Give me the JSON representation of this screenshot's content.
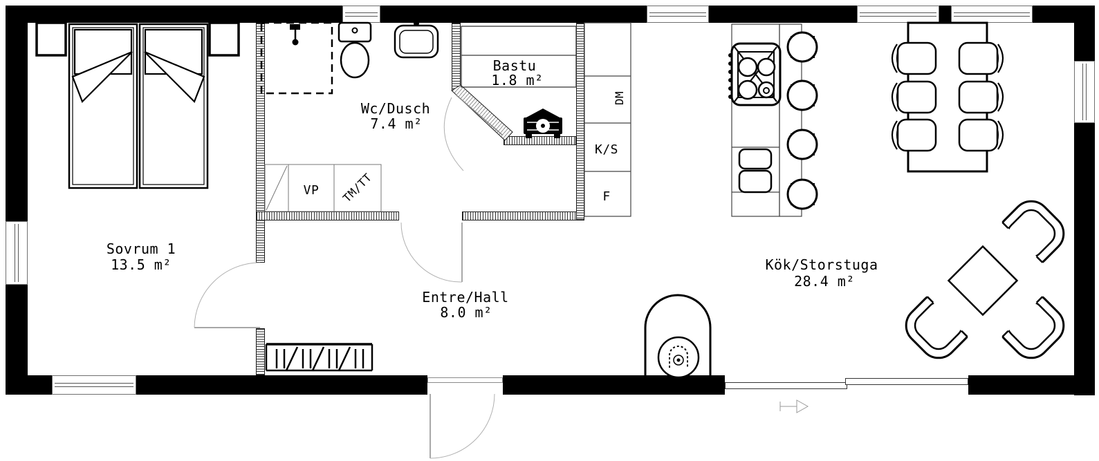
{
  "rooms": [
    {
      "name": "Sovrum 1",
      "area": "13.5 m²"
    },
    {
      "name": "Wc/Dusch",
      "area": "7.4 m²"
    },
    {
      "name": "Bastu",
      "area": "1.8 m²"
    },
    {
      "name": "Entre/Hall",
      "area": "8.0 m²"
    },
    {
      "name": "Kök/Storstuga",
      "area": "28.4 m²"
    }
  ],
  "appliances": {
    "heat_pump": "VP",
    "washer_dryer": "TM/TT",
    "dishwasher": "DM",
    "fridge_freezer": "K/S",
    "freezer": "F"
  },
  "colors": {
    "wall": "#000000",
    "thin_line": "#8a8a8a",
    "door_arc": "#b0b0b0",
    "hatch_line": "#2e2e2e"
  }
}
